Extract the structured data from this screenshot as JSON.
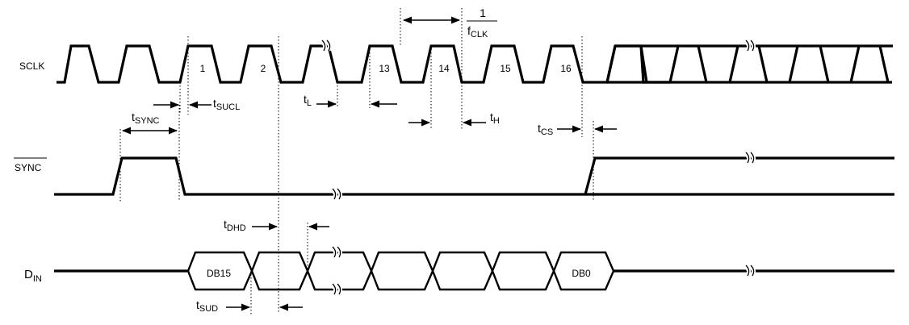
{
  "signals": {
    "sclk": "SCLK",
    "sync": "SYNC",
    "din_main": "D",
    "din_sub": "IN"
  },
  "clock_numbers": [
    "1",
    "2",
    "13",
    "14",
    "15",
    "16"
  ],
  "data_bits": {
    "first": "DB15",
    "last": "DB0"
  },
  "timing": {
    "t_sync": {
      "main": "t",
      "sub": "SYNC"
    },
    "t_sucl": {
      "main": "t",
      "sub": "SUCL"
    },
    "t_l": {
      "main": "t",
      "sub": "L"
    },
    "t_h": {
      "main": "t",
      "sub": "H"
    },
    "t_cs": {
      "main": "t",
      "sub": "CS"
    },
    "t_dhd": {
      "main": "t",
      "sub": "DHD"
    },
    "t_sud": {
      "main": "t",
      "sub": "SUD"
    },
    "f_clk": {
      "numerator": "1",
      "main": "f",
      "sub": "CLK"
    }
  }
}
